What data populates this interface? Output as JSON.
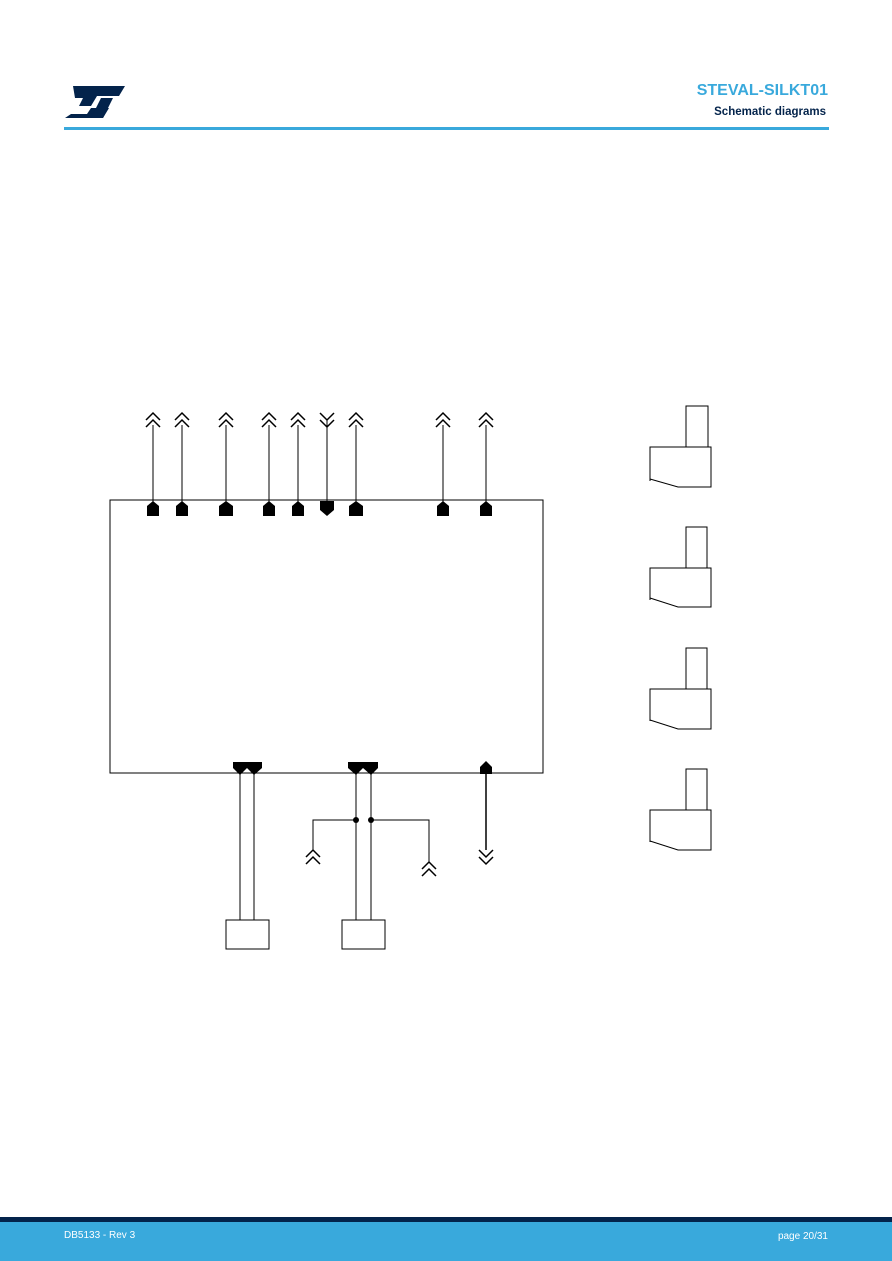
{
  "brand": {
    "color_primary": "#39a9dc",
    "color_dark": "#03234b",
    "logo_icon": "st-logo-icon"
  },
  "header": {
    "title": "STEVAL-SILKT01",
    "subtitle": "Schematic diagrams"
  },
  "footer": {
    "doc_ref": "DB5133 - Rev 3",
    "page": "page 20/31"
  },
  "schematic": {
    "top_ports": [
      {
        "dir": "up"
      },
      {
        "dir": "up"
      },
      {
        "dir": "up"
      },
      {
        "dir": "up"
      },
      {
        "dir": "up"
      },
      {
        "dir": "down"
      },
      {
        "dir": "up"
      },
      {
        "dir": "up"
      },
      {
        "dir": "up"
      }
    ],
    "connector_count": 4
  }
}
